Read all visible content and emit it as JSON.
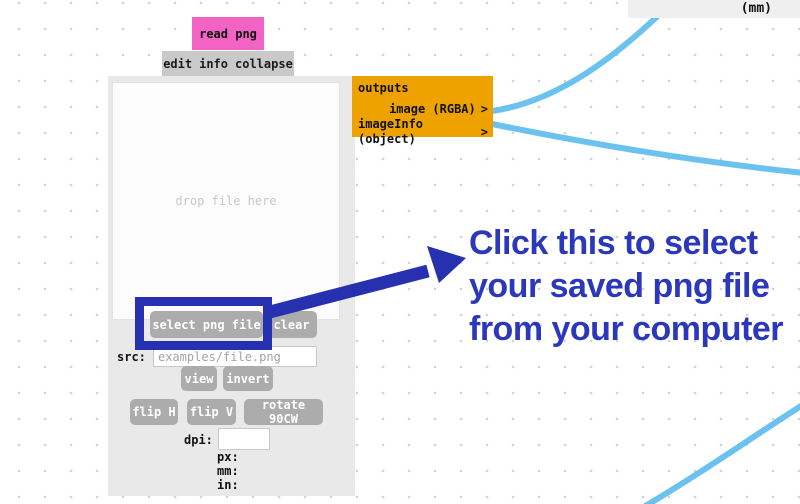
{
  "colors": {
    "node_header": "#f263c3",
    "outputs_bg": "#eda200",
    "wire": "#6bc2ef",
    "annotation": "#2731b0",
    "annotation_text": "#2b38bb"
  },
  "read_png_node": {
    "title": "read png",
    "menu_items": [
      "edit",
      "info",
      "collapse"
    ],
    "dropzone_label": "drop file here",
    "buttons": {
      "select": "select png file",
      "clear": "clear",
      "view": "view",
      "invert": "invert",
      "flip_h": "flip H",
      "flip_v": "flip V",
      "rotate": "rotate 90CW"
    },
    "fields": {
      "src_label": "src:",
      "src_value": "examples/file.png",
      "dpi_label": "dpi:",
      "dpi_value": ""
    },
    "info_rows": {
      "px_label": "px:",
      "mm_label": "mm:",
      "in_label": "in:"
    }
  },
  "outputs_panel": {
    "title": "outputs",
    "ports": [
      {
        "label": "image (RGBA)",
        "arrow": ">"
      },
      {
        "label": "imageInfo (object)",
        "arrow": ">"
      }
    ]
  },
  "neighbor_node": {
    "port_label": "(mm)"
  },
  "annotation": {
    "line1": "Click this to select",
    "line2": "your saved png file",
    "line3": "from your computer"
  }
}
